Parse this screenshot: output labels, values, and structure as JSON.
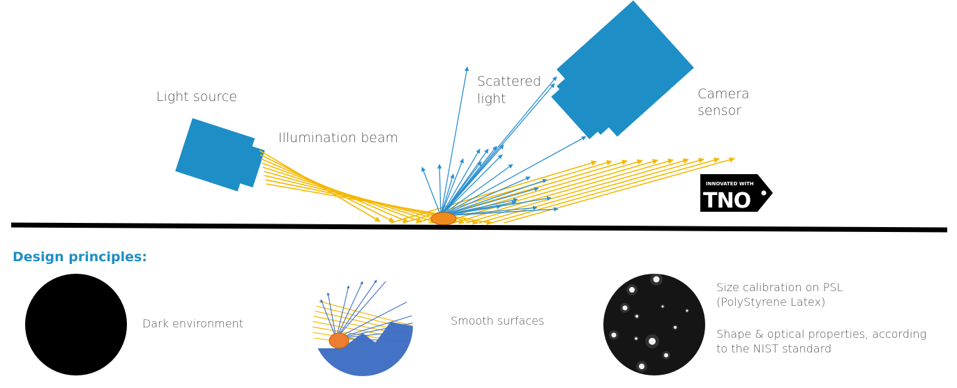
{
  "labels": {
    "light_source": "Light source",
    "illumination_beam": "Illumination beam",
    "scattered_light_1": "Scattered",
    "scattered_light_2": "light",
    "camera_sensor_1": "Camera",
    "camera_sensor_2": "sensor"
  },
  "badge": {
    "small_text": "INNOVATED WITH",
    "big_text": "TNO"
  },
  "section_title": "Design principles:",
  "principles": [
    {
      "label": "Dark environment"
    },
    {
      "label": "Smooth surfaces"
    },
    {
      "label_line1": "Size calibration on PSL",
      "label_line2": "(PolyStyrene Latex)",
      "label_line3": "Shape & optical properties, according",
      "label_line4": "to the NIST standard"
    }
  ],
  "colors": {
    "device_blue": "#1e8ec6",
    "beam_yellow": "#f5b700",
    "scatter_blue": "#2a8fd0",
    "particle_orange": "#f08a1c",
    "title_blue": "#1e8ec6"
  },
  "icons": [
    "light-source-device",
    "camera-sensor-device",
    "particle",
    "tno-badge",
    "dark-circle",
    "smooth-surface-thumbnail",
    "psl-particles-thumbnail"
  ]
}
